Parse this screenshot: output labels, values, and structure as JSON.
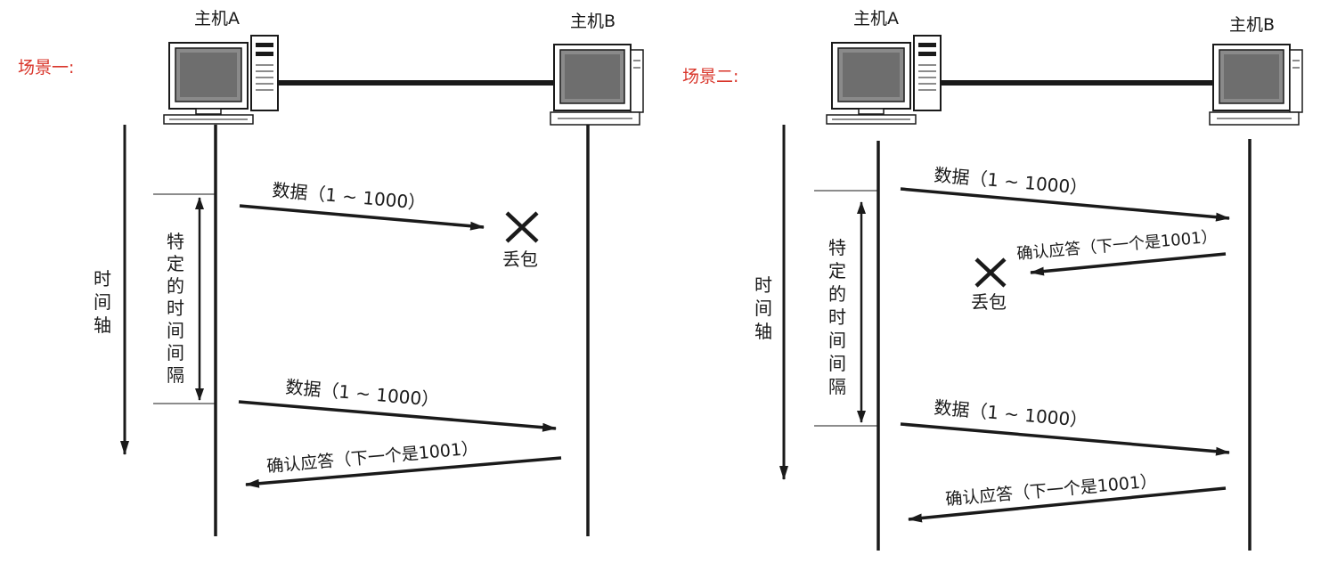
{
  "scenes": [
    {
      "label": "场景一:",
      "host_a": "主机A",
      "host_b": "主机B",
      "time_axis": [
        "时",
        "间",
        "轴"
      ],
      "interval": [
        "特",
        "定",
        "的",
        "时",
        "间",
        "间",
        "隔"
      ],
      "msg1": "数据（1 ~ 1000）",
      "lost_label": "丢包",
      "msg2": "数据（1 ~ 1000）",
      "msg3": "确认应答（下一个是1001）"
    },
    {
      "label": "场景二:",
      "host_a": "主机A",
      "host_b": "主机B",
      "time_axis": [
        "时",
        "间",
        "轴"
      ],
      "interval": [
        "特",
        "定",
        "的",
        "时",
        "间",
        "间",
        "隔"
      ],
      "msg1": "数据（1 ~ 1000）",
      "ack1": "确认应答（下一个是1001）",
      "lost_label": "丢包",
      "msg2": "数据（1 ~ 1000）",
      "msg3": "确认应答（下一个是1001）"
    }
  ],
  "colors": {
    "ink": "#1a1a1a",
    "scene_label": "#d9362b"
  },
  "icons": [
    "computer-icon",
    "lost-packet-x-icon"
  ]
}
